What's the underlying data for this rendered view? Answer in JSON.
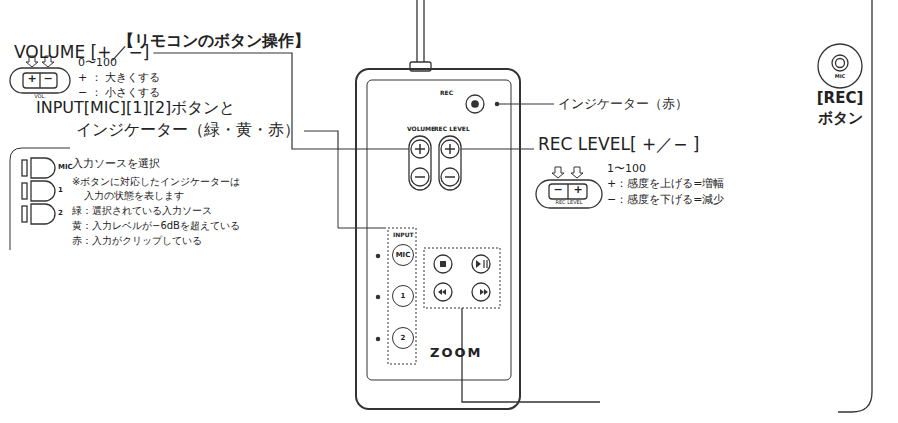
{
  "diagram": {
    "title": "【リモコンのボタン操作】",
    "nodes": [
      {
        "text": [
          "REC",
          "VOLUME",
          "REC LEVEL",
          "INPUT",
          "ZOOM"
        ]
      },
      {
        "text": [
          "MIC"
        ],
        "in": 0
      },
      {
        "text": [
          "1"
        ],
        "in": 0
      },
      {
        "text": [
          "2"
        ],
        "in": 0
      }
    ],
    "labels": [
      "VOLUME [+／−]",
      "0〜100",
      "+ ： 大きくする",
      "− ： 小さくする",
      "+",
      "−",
      "VOL.",
      "INPUT[MIC][1][2]ボタンと",
      "インジケーター（緑・黄・赤）",
      "MIC",
      "1",
      "2",
      "入力ソースを選択",
      "※ボタンに対応したインジケーターは",
      "入力の状態を表します",
      "緑：選択されている入力ソース",
      "黄：入力レベルが−6dBを超えている",
      "赤：入力がクリップしている",
      "インジケーター（赤）",
      "REC LEVEL[ +／− ]",
      "1〜100",
      "+：感度を上げる=増幅",
      "−：感度を下げる=減少",
      "−",
      "+",
      "REC LEVEL",
      "MIC",
      "[REC]",
      "ボタン"
    ]
  }
}
